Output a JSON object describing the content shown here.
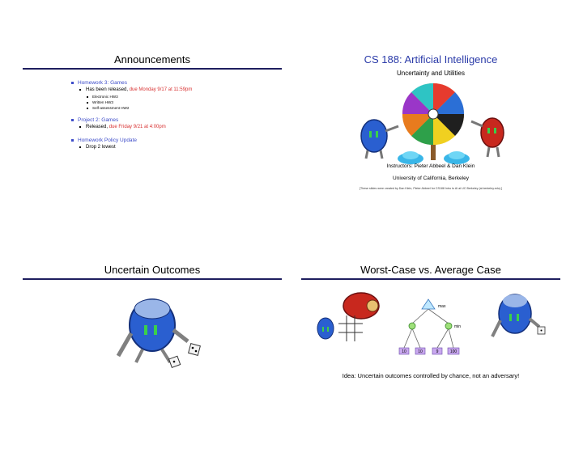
{
  "slide1": {
    "title": "Announcements",
    "items": [
      {
        "label": "Homework 3: Games",
        "sub": [
          {
            "text": "Has been released, ",
            "highlight": "due Monday 9/17 at 11:59pm",
            "subsub": [
              "Electronic HW3",
              "Written HW3",
              "Self-assessment HW2"
            ]
          }
        ]
      },
      {
        "label": "Project 2: Games",
        "sub": [
          {
            "text": "Released, ",
            "highlight": "due Friday 9/21 at 4:00pm"
          }
        ]
      },
      {
        "label": "Homework Policy Update",
        "sub": [
          {
            "text": "Drop 2 lowest",
            "highlight": ""
          }
        ]
      }
    ]
  },
  "slide2": {
    "title": "CS 188: Artificial Intelligence",
    "subtitle": "Uncertainty and Utilities",
    "instructors": "Instructors: Pieter Abbeel & Dan Klein",
    "university": "University of California, Berkeley",
    "note": "[These slides were created by Dan Klein, Pieter Abbeel for CS188 Intro to AI at UC Berkeley (ai.berkeley.edu).]"
  },
  "slide3": {
    "title": "Uncertain Outcomes"
  },
  "slide4": {
    "title": "Worst-Case vs. Average Case",
    "tree": {
      "max_label": "max",
      "min_label": "min",
      "leaves": [
        "10",
        "10",
        "9",
        "100"
      ]
    },
    "idea": "Idea: Uncertain outcomes controlled by chance, not an adversary!"
  },
  "colors": {
    "title_blue": "#2a3aa8",
    "bullet_blue": "#3d4cc9",
    "due_red": "#d83030",
    "rule": "#1f1f5f"
  }
}
